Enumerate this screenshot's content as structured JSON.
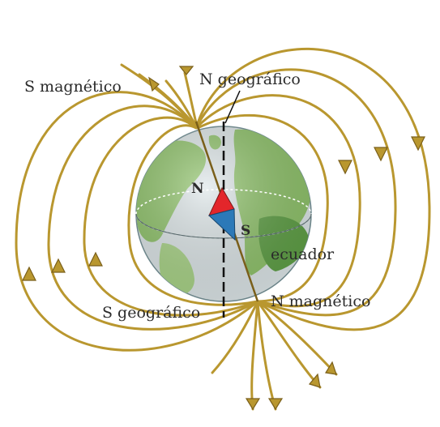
{
  "labels": {
    "s_magnetic": "S magnético",
    "n_geographic": "N geográfico",
    "n_compass": "N",
    "s_compass": "S",
    "equator": "ecuador",
    "s_geographic": "S geográfico",
    "n_magnetic": "N magnético"
  },
  "colors": {
    "field_line": "#b9972f",
    "field_line_dark": "#7a5f1a",
    "globe_ocean": "#dde6e8",
    "globe_land": "#8fc36a",
    "globe_land_dark": "#5fa046",
    "compass_north": "#e3262b",
    "compass_south": "#2c79b8",
    "axis": "#111111"
  }
}
